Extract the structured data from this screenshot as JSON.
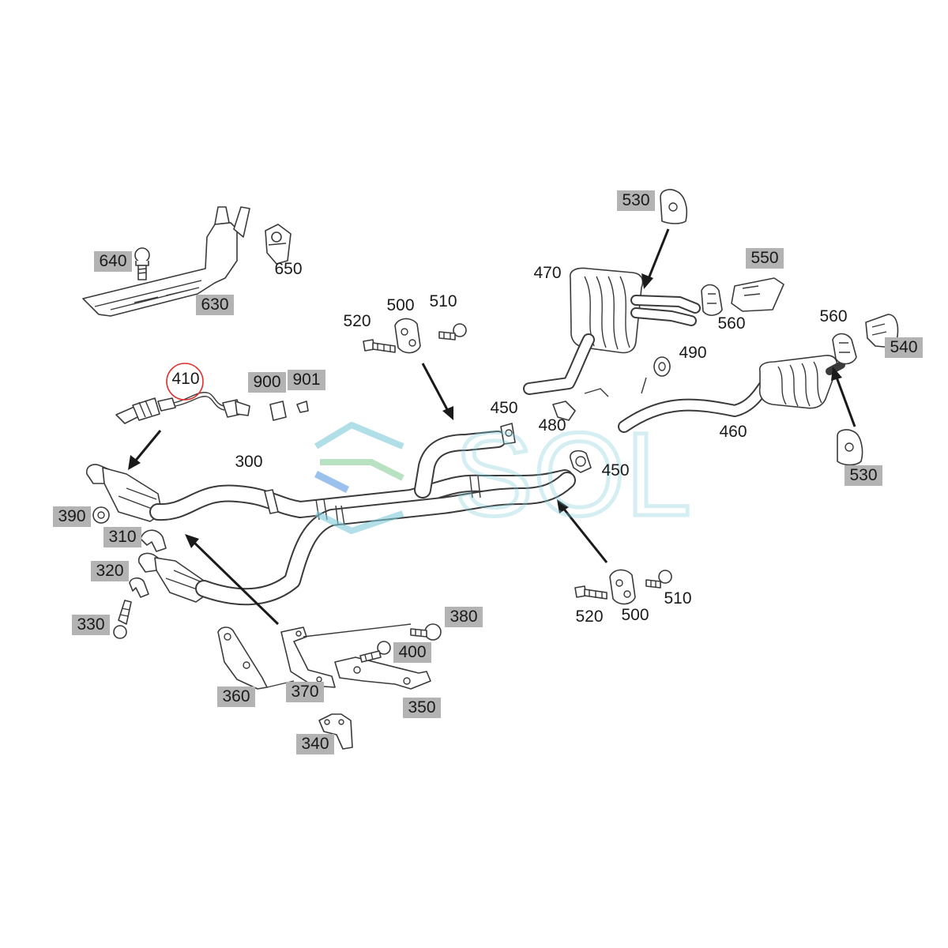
{
  "watermark": {
    "text": "SOL",
    "color": "#7ecad8",
    "accent": "#5a9be0"
  },
  "highlight": {
    "part": "410",
    "color": "#e03030"
  },
  "labels": [
    {
      "id": "640",
      "shaded": true
    },
    {
      "id": "650",
      "shaded": false
    },
    {
      "id": "630",
      "shaded": true
    },
    {
      "id": "410",
      "shaded": false,
      "circled": true
    },
    {
      "id": "900",
      "shaded": true
    },
    {
      "id": "901",
      "shaded": true
    },
    {
      "id": "520",
      "shaded": false
    },
    {
      "id": "500",
      "shaded": false
    },
    {
      "id": "510",
      "shaded": false
    },
    {
      "id": "530",
      "shaded": true
    },
    {
      "id": "470",
      "shaded": false
    },
    {
      "id": "550",
      "shaded": true
    },
    {
      "id": "560",
      "shaded": false
    },
    {
      "id": "560",
      "shaded": false
    },
    {
      "id": "540",
      "shaded": true
    },
    {
      "id": "490",
      "shaded": false
    },
    {
      "id": "450",
      "shaded": false
    },
    {
      "id": "480",
      "shaded": false
    },
    {
      "id": "450",
      "shaded": false
    },
    {
      "id": "460",
      "shaded": false
    },
    {
      "id": "530",
      "shaded": true
    },
    {
      "id": "300",
      "shaded": false
    },
    {
      "id": "390",
      "shaded": true
    },
    {
      "id": "310",
      "shaded": true
    },
    {
      "id": "320",
      "shaded": true
    },
    {
      "id": "330",
      "shaded": true
    },
    {
      "id": "380",
      "shaded": true
    },
    {
      "id": "400",
      "shaded": true
    },
    {
      "id": "520",
      "shaded": false
    },
    {
      "id": "500",
      "shaded": false
    },
    {
      "id": "510",
      "shaded": false
    },
    {
      "id": "360",
      "shaded": true
    },
    {
      "id": "370",
      "shaded": true
    },
    {
      "id": "350",
      "shaded": true
    },
    {
      "id": "340",
      "shaded": true
    }
  ]
}
